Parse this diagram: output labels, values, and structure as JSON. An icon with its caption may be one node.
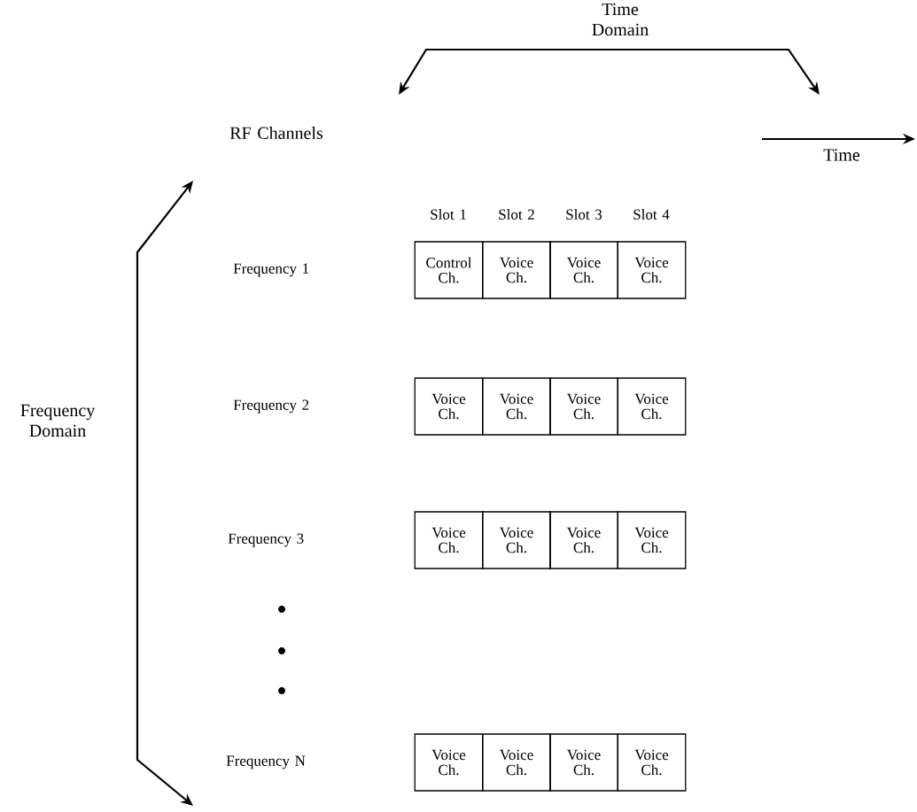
{
  "diagram": {
    "nodes": [
      {
        "text": [
          "Control Ch."
        ]
      },
      {
        "text": [
          "Voice Ch."
        ]
      },
      {
        "text": [
          "Voice Ch."
        ]
      },
      {
        "text": [
          "Voice Ch."
        ]
      },
      {
        "text": [
          "Voice Ch."
        ]
      },
      {
        "text": [
          "Voice Ch."
        ]
      },
      {
        "text": [
          "Voice Ch."
        ]
      },
      {
        "text": [
          "Voice Ch."
        ]
      },
      {
        "text": [
          "Voice Ch."
        ]
      },
      {
        "text": [
          "Voice Ch."
        ]
      },
      {
        "text": [
          "Voice Ch."
        ]
      },
      {
        "text": [
          "Voice Ch."
        ]
      },
      {
        "text": [
          "Voice Ch."
        ]
      },
      {
        "text": [
          "Voice Ch."
        ]
      },
      {
        "text": [
          "Voice Ch."
        ]
      },
      {
        "text": [
          "Voice Ch."
        ]
      }
    ],
    "labels": [
      "Time Domain",
      "RF Channels",
      "Time",
      "Slot 1",
      "Slot 2",
      "Slot 3",
      "Slot 4",
      "Frequency 1",
      "Frequency 2",
      "Frequency Domain",
      "Frequency 3",
      "Frequency N"
    ]
  }
}
